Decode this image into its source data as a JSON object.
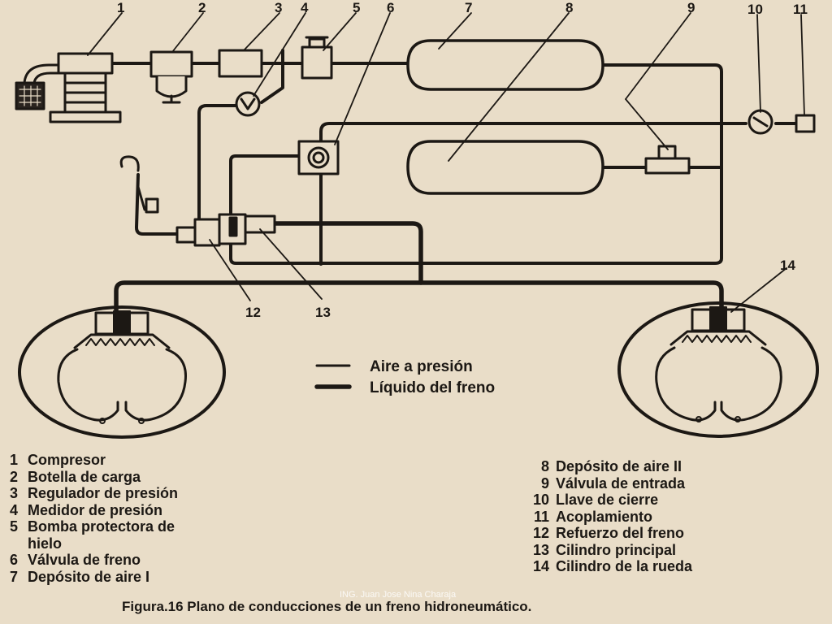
{
  "callouts": [
    {
      "id": "c1",
      "num": "1"
    },
    {
      "id": "c2",
      "num": "2"
    },
    {
      "id": "c3",
      "num": "3"
    },
    {
      "id": "c4",
      "num": "4"
    },
    {
      "id": "c5",
      "num": "5"
    },
    {
      "id": "c6",
      "num": "6"
    },
    {
      "id": "c7",
      "num": "7"
    },
    {
      "id": "c8",
      "num": "8"
    },
    {
      "id": "c9",
      "num": "9"
    },
    {
      "id": "c10",
      "num": "10"
    },
    {
      "id": "c11",
      "num": "11"
    },
    {
      "id": "c12",
      "num": "12"
    },
    {
      "id": "c13",
      "num": "13"
    },
    {
      "id": "c14",
      "num": "14"
    }
  ],
  "legend": {
    "air": "Aire a presión",
    "fluid": "Líquido del freno"
  },
  "parts_left": [
    {
      "num": "1",
      "label": "Compresor"
    },
    {
      "num": "2",
      "label": "Botella de carga"
    },
    {
      "num": "3",
      "label": "Regulador de presión"
    },
    {
      "num": "4",
      "label": "Medidor de presión"
    },
    {
      "num": "5",
      "label": "Bomba protectora de"
    },
    {
      "num": "",
      "label": "hielo"
    },
    {
      "num": "6",
      "label": "Válvula de freno"
    },
    {
      "num": "7",
      "label": "Depósito de aire I"
    }
  ],
  "parts_right": [
    {
      "num": "8",
      "label": "Depósito de aire II"
    },
    {
      "num": "9",
      "label": "Válvula de entrada"
    },
    {
      "num": "10",
      "label": "Llave de cierre"
    },
    {
      "num": "11",
      "label": "Acoplamiento"
    },
    {
      "num": "12",
      "label": "Refuerzo del freno"
    },
    {
      "num": "13",
      "label": "Cilindro principal"
    },
    {
      "num": "14",
      "label": "Cilindro de la rueda"
    }
  ],
  "caption": "Figura.16 Plano de conducciones de un freno hidroneumático.",
  "credit": "ING. Juan Jose Nina Charaja",
  "colors": {
    "paper": "#e9ddc8",
    "ink": "#1c1814"
  }
}
